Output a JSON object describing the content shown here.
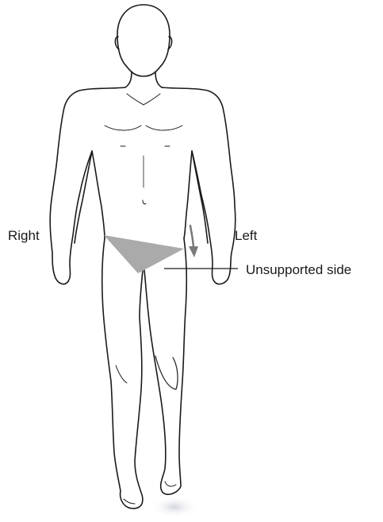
{
  "labels": {
    "right": "Right",
    "left": "Left",
    "unsupported_side": "Unsupported side"
  },
  "colors": {
    "outline": "#1a1a1a",
    "pelvis_triangle": "#aaaaaa",
    "arrow": "#7a7a7a",
    "floor_shadow": "#d8d8e0"
  }
}
